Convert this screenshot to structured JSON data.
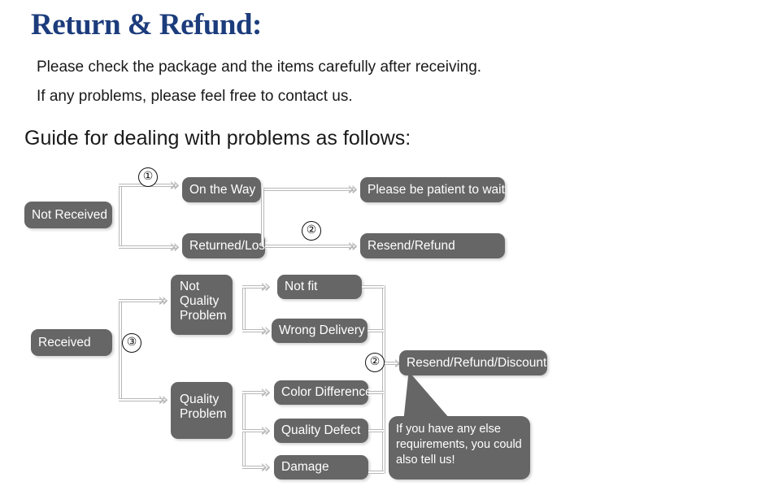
{
  "header": {
    "title": "Return & Refund:",
    "line1": "Please check the package and the items carefully after receiving.",
    "line2": "If any problems, please feel free to contact us.",
    "guide": "Guide for dealing with problems as follows:"
  },
  "colors": {
    "title": "#1c3c7c",
    "node_fill": "#666666",
    "node_text": "#ffffff",
    "connector": "#b8b8b8",
    "arrow": "#c8c8c8",
    "background": "#ffffff"
  },
  "flowchart": {
    "not_received": {
      "root": "Not Received",
      "branches": [
        {
          "label": "On the Way",
          "outcome": "Please be patient to wait"
        },
        {
          "label": "Returned/Lost",
          "outcome": "Resend/Refund"
        }
      ]
    },
    "received": {
      "root": "Received",
      "categories": [
        {
          "label": "Not Quality Problem",
          "label_lines": [
            "Not",
            "Quality",
            "Problem"
          ],
          "reasons": [
            "Not fit",
            "Wrong Delivery"
          ]
        },
        {
          "label": "Quality Problem",
          "label_lines": [
            "Quality",
            "Problem"
          ],
          "reasons": [
            "Color Difference",
            "Quality Defect",
            "Damage"
          ]
        }
      ],
      "outcome": "Resend/Refund/Discount"
    },
    "markers": {
      "one": "①",
      "two_top": "②",
      "two_bottom": "②",
      "three": "③"
    },
    "callout": {
      "line1": "If you have any else",
      "line2": "requirements, you could",
      "line3": "also tell us!"
    },
    "arrow_glyph": "»"
  }
}
